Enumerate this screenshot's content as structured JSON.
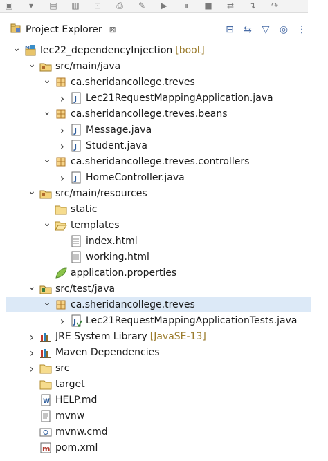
{
  "view": {
    "title": "Project Explorer",
    "close_glyph": "⊠"
  },
  "toolbar_icons": [
    "new-icon",
    "dropdown-icon",
    "save-icon",
    "save-all-icon",
    "binary-icon",
    "print-icon",
    "wrench-icon",
    "run-icon",
    "pause-icon",
    "stop-icon",
    "disconnect-icon",
    "step-into-icon",
    "step-over-icon"
  ],
  "view_actions": [
    "collapse-all-icon",
    "link-with-editor-icon",
    "filter-icon",
    "focus-icon",
    "view-menu-icon"
  ],
  "tree": [
    {
      "depth": 0,
      "exp": "open",
      "icon": "project-icon",
      "label": "lec22_dependencyInjection",
      "decor": "[boot]"
    },
    {
      "depth": 1,
      "exp": "open",
      "icon": "source-folder-icon",
      "label": "src/main/java"
    },
    {
      "depth": 2,
      "exp": "open",
      "icon": "package-icon",
      "label": "ca.sheridancollege.treves"
    },
    {
      "depth": 3,
      "exp": "closed",
      "icon": "java-file-icon",
      "label": "Lec21RequestMappingApplication.java"
    },
    {
      "depth": 2,
      "exp": "open",
      "icon": "package-icon",
      "label": "ca.sheridancollege.treves.beans"
    },
    {
      "depth": 3,
      "exp": "closed",
      "icon": "java-file-icon",
      "label": "Message.java"
    },
    {
      "depth": 3,
      "exp": "closed",
      "icon": "java-file-icon",
      "label": "Student.java"
    },
    {
      "depth": 2,
      "exp": "open",
      "icon": "package-icon",
      "label": "ca.sheridancollege.treves.controllers"
    },
    {
      "depth": 3,
      "exp": "closed",
      "icon": "java-file-icon",
      "label": "HomeController.java"
    },
    {
      "depth": 1,
      "exp": "open",
      "icon": "source-folder-icon",
      "label": "src/main/resources"
    },
    {
      "depth": 2,
      "exp": "none",
      "icon": "folder-icon",
      "label": "static"
    },
    {
      "depth": 2,
      "exp": "open",
      "icon": "folder-open-icon",
      "label": "templates"
    },
    {
      "depth": 3,
      "exp": "none",
      "icon": "html-file-icon",
      "label": "index.html"
    },
    {
      "depth": 3,
      "exp": "none",
      "icon": "html-file-icon",
      "label": "working.html"
    },
    {
      "depth": 2,
      "exp": "none",
      "icon": "properties-file-icon",
      "label": "application.properties"
    },
    {
      "depth": 1,
      "exp": "open",
      "icon": "test-source-folder-icon",
      "label": "src/test/java"
    },
    {
      "depth": 2,
      "exp": "open",
      "icon": "package-icon",
      "label": "ca.sheridancollege.treves",
      "selected": true
    },
    {
      "depth": 3,
      "exp": "closed",
      "icon": "junit-file-icon",
      "label": "Lec21RequestMappingApplicationTests.java"
    },
    {
      "depth": 1,
      "exp": "closed",
      "icon": "library-icon",
      "label": "JRE System Library",
      "decor": "[JavaSE-13]"
    },
    {
      "depth": 1,
      "exp": "closed",
      "icon": "library-icon",
      "label": "Maven Dependencies"
    },
    {
      "depth": 1,
      "exp": "closed",
      "icon": "folder-icon",
      "label": "src"
    },
    {
      "depth": 1,
      "exp": "none",
      "icon": "folder-icon",
      "label": "target"
    },
    {
      "depth": 1,
      "exp": "none",
      "icon": "markdown-file-icon",
      "label": "HELP.md"
    },
    {
      "depth": 1,
      "exp": "none",
      "icon": "text-file-icon",
      "label": "mvnw"
    },
    {
      "depth": 1,
      "exp": "none",
      "icon": "cmd-file-icon",
      "label": "mvnw.cmd"
    },
    {
      "depth": 1,
      "exp": "none",
      "icon": "maven-pom-icon",
      "label": "pom.xml"
    }
  ]
}
